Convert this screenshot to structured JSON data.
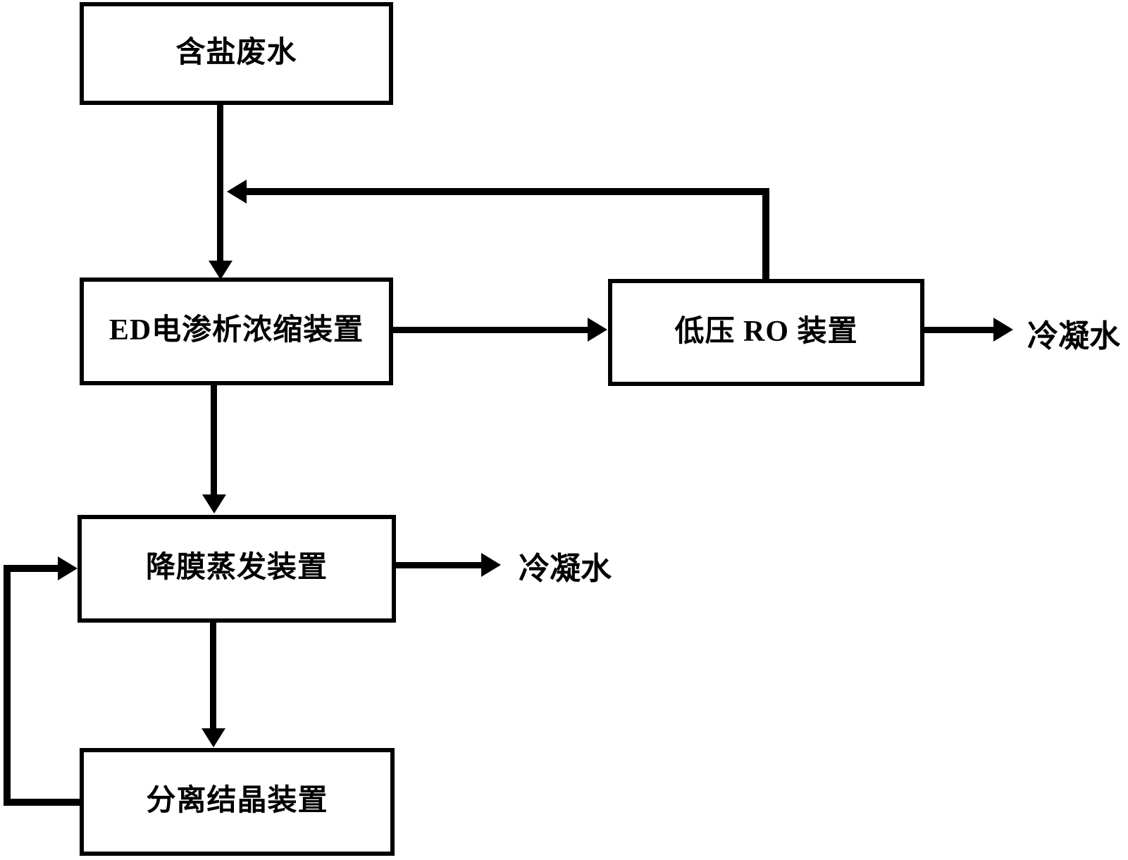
{
  "diagram": {
    "type": "process-flowchart",
    "colors": {
      "line": "#000000",
      "background": "#ffffff",
      "box_fill": "#ffffff"
    },
    "nodes": {
      "salt_wastewater": {
        "label": "含盐废水"
      },
      "ed_concentrator": {
        "label": "ED电渗析浓缩装置"
      },
      "low_pressure_ro": {
        "label": "低压 RO 装置"
      },
      "falling_film_evaporator": {
        "label": "降膜蒸发装置"
      },
      "separation_crystallizer": {
        "label": "分离结晶装置"
      }
    },
    "outputs": {
      "ro_condensate": {
        "label": "冷凝水"
      },
      "evaporator_condensate": {
        "label": "冷凝水"
      }
    },
    "edges": [
      {
        "from": "salt_wastewater",
        "to": "ed_concentrator",
        "style": "arrow-down"
      },
      {
        "from": "ed_concentrator",
        "to": "low_pressure_ro",
        "style": "arrow-right"
      },
      {
        "from": "low_pressure_ro",
        "to": "ro_condensate",
        "style": "arrow-right"
      },
      {
        "from": "low_pressure_ro",
        "to": "salt_wastewater_feed_line",
        "style": "recycle-elbow-left"
      },
      {
        "from": "ed_concentrator",
        "to": "falling_film_evaporator",
        "style": "arrow-down"
      },
      {
        "from": "falling_film_evaporator",
        "to": "evaporator_condensate",
        "style": "arrow-right"
      },
      {
        "from": "falling_film_evaporator",
        "to": "separation_crystallizer",
        "style": "arrow-down"
      },
      {
        "from": "separation_crystallizer",
        "to": "falling_film_evaporator",
        "style": "recycle-elbow-left"
      }
    ]
  }
}
